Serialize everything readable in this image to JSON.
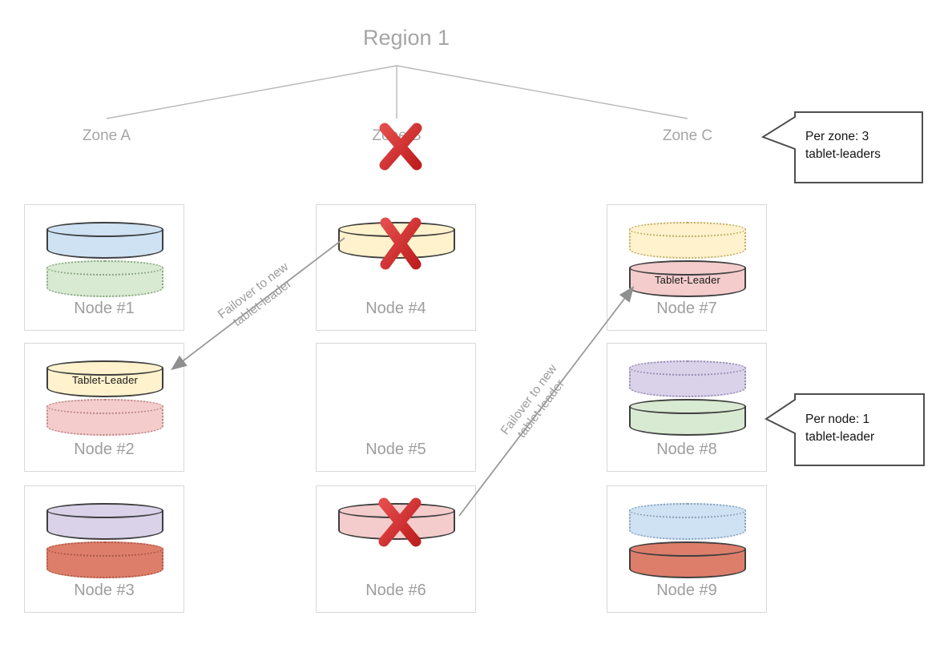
{
  "title": "Region 1",
  "zones": [
    {
      "label": "Zone A",
      "failed": false
    },
    {
      "label": "Zone B",
      "failed": true
    },
    {
      "label": "Zone C",
      "failed": false
    }
  ],
  "nodes": [
    {
      "label": "Node #1",
      "zone": "Zone A",
      "tablets": [
        {
          "style": "solid",
          "color": "#cfe2f3",
          "label": "",
          "crossed": false
        },
        {
          "style": "dotted",
          "color": "#d9ead3",
          "label": "",
          "crossed": false
        }
      ]
    },
    {
      "label": "Node #2",
      "zone": "Zone A",
      "tablets": [
        {
          "style": "solid",
          "color": "#fff2cc",
          "label": "Tablet-Leader",
          "crossed": false
        },
        {
          "style": "dotted",
          "color": "#f4cccc",
          "label": "",
          "crossed": false
        }
      ]
    },
    {
      "label": "Node #3",
      "zone": "Zone A",
      "tablets": [
        {
          "style": "solid",
          "color": "#d9d2e9",
          "label": "",
          "crossed": false
        },
        {
          "style": "dotted",
          "color": "#dd7e6b",
          "label": "",
          "crossed": false
        }
      ]
    },
    {
      "label": "Node #4",
      "zone": "Zone B",
      "tablets": [
        {
          "style": "solid",
          "color": "#fff2cc",
          "label": "",
          "crossed": true
        }
      ]
    },
    {
      "label": "Node #5",
      "zone": "Zone B",
      "tablets": []
    },
    {
      "label": "Node #6",
      "zone": "Zone B",
      "tablets": [
        {
          "style": "solid",
          "color": "#f4cccc",
          "label": "",
          "crossed": true
        }
      ]
    },
    {
      "label": "Node #7",
      "zone": "Zone C",
      "tablets": [
        {
          "style": "dotted",
          "color": "#fff2cc",
          "label": "",
          "crossed": false
        },
        {
          "style": "solid",
          "color": "#f4cccc",
          "label": "Tablet-Leader",
          "crossed": false
        }
      ]
    },
    {
      "label": "Node #8",
      "zone": "Zone C",
      "tablets": [
        {
          "style": "dotted",
          "color": "#d9d2e9",
          "label": "",
          "crossed": false
        },
        {
          "style": "solid",
          "color": "#d9ead3",
          "label": "",
          "crossed": false
        }
      ]
    },
    {
      "label": "Node #9",
      "zone": "Zone C",
      "tablets": [
        {
          "style": "dotted",
          "color": "#cfe2f3",
          "label": "",
          "crossed": false
        },
        {
          "style": "solid",
          "color": "#dd7e6b",
          "label": "",
          "crossed": false
        }
      ]
    }
  ],
  "failover_arrows": [
    {
      "from": "Node #4",
      "to": "Node #2",
      "label_line1": "Failover to new",
      "label_line2": "tablet-leader"
    },
    {
      "from": "Node #6",
      "to": "Node #7",
      "label_line1": "Failover to new",
      "label_line2": "tablet-leader"
    }
  ],
  "callouts": [
    {
      "line1": "Per zone: 3",
      "line2": "tablet-leaders"
    },
    {
      "line1": "Per node: 1",
      "line2": "tablet-leader"
    }
  ],
  "colors": {
    "failure_x_red": "#d63434",
    "failure_x_red_dark": "#b81f1f",
    "line_gray": "#b8b8b8",
    "arrow_gray": "#9a9a9a",
    "text_gray": "#a5a5a5",
    "node_border_gray": "#d8d8d8",
    "callout_border": "#4f4f4f",
    "tablet_blue": "#cfe2f3",
    "tablet_green": "#d9ead3",
    "tablet_yellow": "#fff2cc",
    "tablet_pink": "#f4cccc",
    "tablet_purple": "#d9d2e9",
    "tablet_red_berry": "#dd7e6b"
  }
}
